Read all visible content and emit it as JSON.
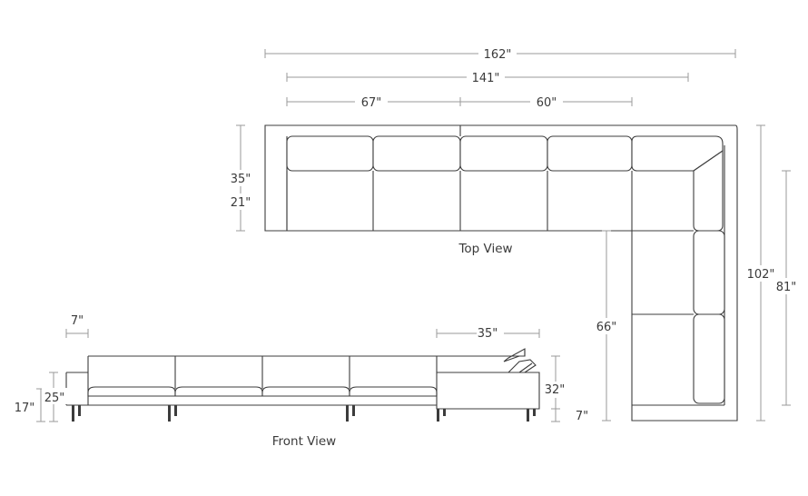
{
  "top_view": {
    "label": "Top View",
    "dimensions": {
      "overall_width": "162\"",
      "inner_width": "141\"",
      "left_section": "67\"",
      "right_section": "60\"",
      "depth": "35\"",
      "seat_depth": "21\"",
      "chaise_length": "66\"",
      "overall_length": "102\"",
      "inner_length": "81\""
    }
  },
  "front_view": {
    "label": "Front View",
    "dimensions": {
      "arm_width": "7\"",
      "chaise_depth": "35\"",
      "back_height": "25\"",
      "seat_height": "17\"",
      "chaise_back_height": "32\"",
      "leg_height": "7\""
    }
  }
}
